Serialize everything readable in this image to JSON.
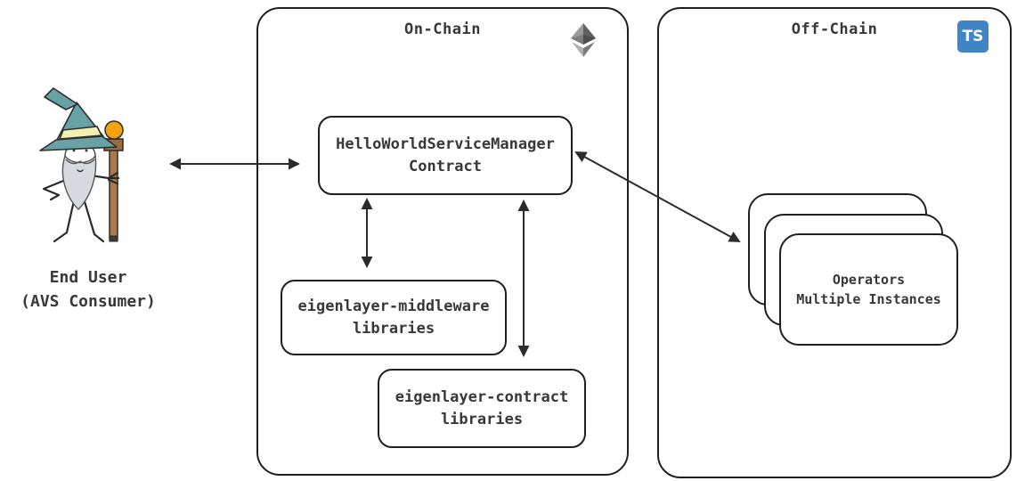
{
  "end_user": {
    "name_line1": "End User",
    "name_line2": "(AVS Consumer)",
    "icon": "wizard-character-icon"
  },
  "onchain": {
    "title": "On-Chain",
    "icon": "ethereum-icon",
    "service_manager": {
      "line1": "HelloWorldServiceManager",
      "line2": "Contract"
    },
    "middleware": {
      "line1": "eigenlayer-middleware",
      "line2": "libraries"
    },
    "contract_libraries": {
      "line1": "eigenlayer-contract",
      "line2": "libraries"
    }
  },
  "offchain": {
    "title": "Off-Chain",
    "icon": "typescript-icon",
    "ts_label": "TS",
    "operators": {
      "line1": "Operators",
      "line2": "Multiple Instances",
      "instances_shown": 3
    }
  },
  "connections": [
    {
      "from": "end-user",
      "to": "helloworld-service-manager-contract",
      "type": "bidirectional"
    },
    {
      "from": "helloworld-service-manager-contract",
      "to": "eigenlayer-middleware-libraries",
      "type": "bidirectional"
    },
    {
      "from": "helloworld-service-manager-contract",
      "to": "eigenlayer-contract-libraries",
      "type": "bidirectional"
    },
    {
      "from": "helloworld-service-manager-contract",
      "to": "operators-multiple-instances",
      "type": "bidirectional"
    }
  ],
  "colors": {
    "background": "#ffffff",
    "line": "#2b2b2b",
    "border": "#1f1f1f",
    "text": "#383838",
    "typescript_blue": "#4285c6",
    "hat_teal": "#68a2a6",
    "hat_band_yellow": "#f3efb0",
    "orb_orange": "#f2a30e",
    "staff_brown": "#a97a4b",
    "beard_grey": "#d6dade",
    "eth_grey_dark": "#606060",
    "eth_grey_light": "#9a9a9a"
  }
}
